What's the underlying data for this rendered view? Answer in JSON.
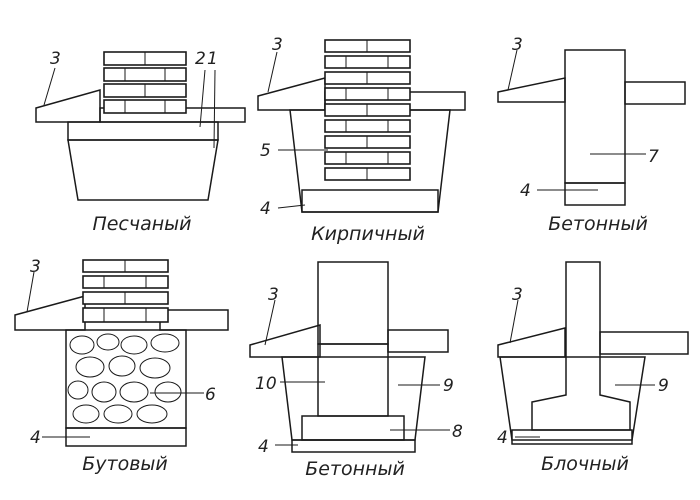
{
  "captions": {
    "sand": "Песчаный",
    "brick": "Кирпичный",
    "concrete_top": "Бетонный",
    "rubble": "Бутовый",
    "concrete_bottom": "Бетонный",
    "block": "Блочный"
  },
  "labels": {
    "n1": "1",
    "n2": "2",
    "n3": "3",
    "n4": "4",
    "n5": "5",
    "n6": "6",
    "n7": "7",
    "n8": "8",
    "n9": "9",
    "n10": "10"
  },
  "colors": {
    "line": "#1a1a1a",
    "background": "#ffffff"
  }
}
